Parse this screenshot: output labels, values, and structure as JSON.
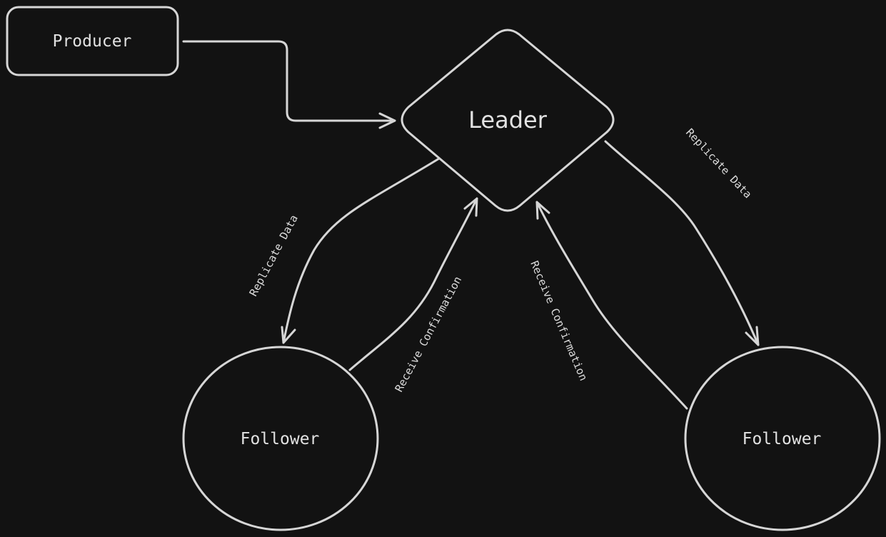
{
  "diagram": {
    "title": "Leader-Follower Replication",
    "colors": {
      "background": "#121212",
      "stroke": "#d6d6d6",
      "text": "#e2e2e2"
    },
    "nodes": {
      "producer": {
        "label": "Producer",
        "shape": "rounded-rectangle"
      },
      "leader": {
        "label": "Leader",
        "shape": "diamond"
      },
      "follower_left": {
        "label": "Follower",
        "shape": "ellipse"
      },
      "follower_right": {
        "label": "Follower",
        "shape": "ellipse"
      }
    },
    "edges": {
      "producer_to_leader": {
        "from": "Producer",
        "to": "Leader",
        "label": ""
      },
      "leader_to_left": {
        "from": "Leader",
        "to": "Follower",
        "label": "Replicate Data"
      },
      "left_to_leader": {
        "from": "Follower",
        "to": "Leader",
        "label": "Receive Confirmation"
      },
      "leader_to_right": {
        "from": "Leader",
        "to": "Follower",
        "label": "Replicate Data"
      },
      "right_to_leader": {
        "from": "Follower",
        "to": "Leader",
        "label": "Receive Confirmation"
      }
    }
  }
}
